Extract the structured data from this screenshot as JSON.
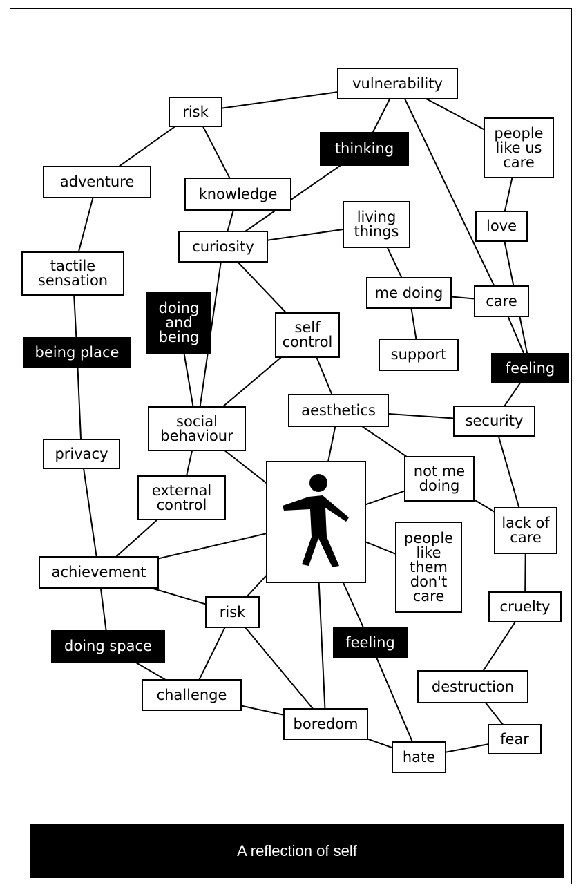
{
  "caption": "A reflection of self",
  "nodes": {
    "vulnerability": "vulnerability",
    "risk_top": "risk",
    "thinking": "thinking",
    "people_like_us_care": "people\nlike us\ncare",
    "adventure": "adventure",
    "knowledge": "knowledge",
    "love": "love",
    "living_things": "living\nthings",
    "curiosity": "curiosity",
    "tactile_sensation": "tactile\nsensation",
    "doing_and_being": "doing\nand\nbeing",
    "me_doing": "me doing",
    "care": "care",
    "self_control": "self\ncontrol",
    "being_place": "being place",
    "support": "support",
    "feeling_top": "feeling",
    "aesthetics": "aesthetics",
    "social_behaviour": "social\nbehaviour",
    "security": "security",
    "privacy": "privacy",
    "not_me_doing": "not me\ndoing",
    "external_control": "external\ncontrol",
    "lack_of_care": "lack of\ncare",
    "people_like_them": "people\nlike\nthem\ndon't\ncare",
    "achievement": "achievement",
    "risk_bottom": "risk",
    "cruelty": "cruelty",
    "doing_space": "doing space",
    "feeling_bottom": "feeling",
    "destruction": "destruction",
    "challenge": "challenge",
    "boredom": "boredom",
    "fear": "fear",
    "hate": "hate"
  },
  "dark_nodes": [
    "thinking",
    "doing_and_being",
    "being_place",
    "feeling_top",
    "doing_space",
    "feeling_bottom"
  ],
  "edges": [
    [
      "risk_top",
      "vulnerability"
    ],
    [
      "vulnerability",
      "thinking"
    ],
    [
      "vulnerability",
      "people_like_us_care"
    ],
    [
      "vulnerability",
      "care"
    ],
    [
      "risk_top",
      "adventure"
    ],
    [
      "risk_top",
      "knowledge"
    ],
    [
      "thinking",
      "curiosity"
    ],
    [
      "knowledge",
      "curiosity"
    ],
    [
      "people_like_us_care",
      "love"
    ],
    [
      "love",
      "feeling_top"
    ],
    [
      "curiosity",
      "living_things"
    ],
    [
      "living_things",
      "me_doing"
    ],
    [
      "curiosity",
      "self_control"
    ],
    [
      "curiosity",
      "social_behaviour"
    ],
    [
      "adventure",
      "tactile_sensation"
    ],
    [
      "tactile_sensation",
      "being_place"
    ],
    [
      "me_doing",
      "care"
    ],
    [
      "me_doing",
      "support"
    ],
    [
      "care",
      "feeling_top"
    ],
    [
      "self_control",
      "social_behaviour"
    ],
    [
      "self_control",
      "aesthetics"
    ],
    [
      "doing_and_being",
      "social_behaviour"
    ],
    [
      "feeling_top",
      "security"
    ],
    [
      "aesthetics",
      "security"
    ],
    [
      "aesthetics",
      "not_me_doing"
    ],
    [
      "aesthetics",
      "figure"
    ],
    [
      "social_behaviour",
      "figure"
    ],
    [
      "social_behaviour",
      "external_control"
    ],
    [
      "being_place",
      "privacy"
    ],
    [
      "privacy",
      "achievement"
    ],
    [
      "security",
      "lack_of_care"
    ],
    [
      "not_me_doing",
      "lack_of_care"
    ],
    [
      "not_me_doing",
      "figure"
    ],
    [
      "figure",
      "people_like_them"
    ],
    [
      "external_control",
      "achievement"
    ],
    [
      "figure",
      "achievement"
    ],
    [
      "achievement",
      "risk_bottom"
    ],
    [
      "figure",
      "risk_bottom"
    ],
    [
      "achievement",
      "doing_space"
    ],
    [
      "doing_space",
      "challenge"
    ],
    [
      "risk_bottom",
      "challenge"
    ],
    [
      "risk_bottom",
      "boredom"
    ],
    [
      "figure",
      "boredom"
    ],
    [
      "figure",
      "feeling_bottom"
    ],
    [
      "feeling_bottom",
      "hate"
    ],
    [
      "lack_of_care",
      "cruelty"
    ],
    [
      "cruelty",
      "destruction"
    ],
    [
      "destruction",
      "fear"
    ],
    [
      "fear",
      "hate"
    ],
    [
      "challenge",
      "boredom"
    ],
    [
      "boredom",
      "hate"
    ]
  ]
}
